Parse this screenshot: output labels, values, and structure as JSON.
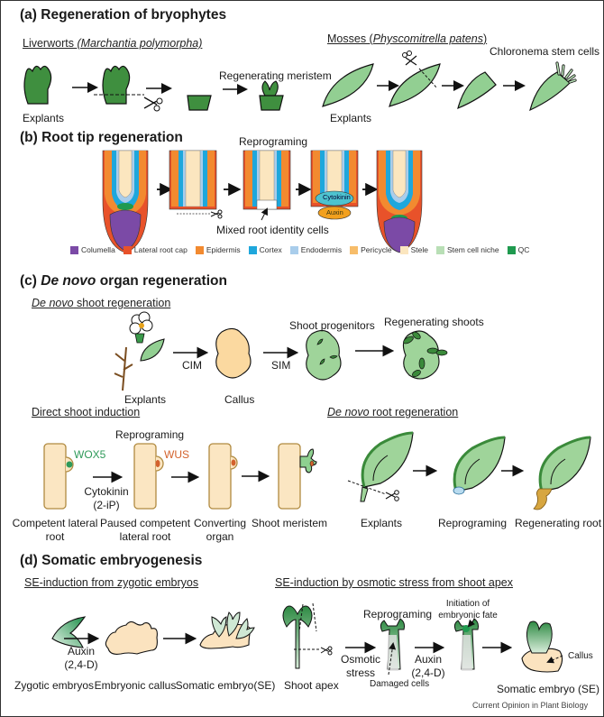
{
  "panels": {
    "a": {
      "title": "(a) Regeneration of bryophytes",
      "liverworts": {
        "prefix": "Liverworts ",
        "species": "(Marchantia polymorpha)"
      },
      "mosses": {
        "prefix": "Mosses (",
        "species": "Physcomitrella patens",
        "suffix": ")"
      },
      "labels": {
        "explants_left": "Explants",
        "regenerating_meristem": "Regenerating meristem",
        "explants_right": "Explants",
        "chloronema": "Chloronema stem cells"
      }
    },
    "b": {
      "title": "(b) Root tip regeneration",
      "reprograming": "Reprograming",
      "mixed_cells": "Mixed root identity cells",
      "cytokinin": "Cytokinin",
      "auxin": "Auxin",
      "legend": [
        {
          "label": "Columella",
          "color": "#7b4aa6"
        },
        {
          "label": "Lateral root cap",
          "color": "#e8522a"
        },
        {
          "label": "Epidermis",
          "color": "#f28a30"
        },
        {
          "label": "Cortex",
          "color": "#1ea7dc"
        },
        {
          "label": "Endodermis",
          "color": "#a9cdeb"
        },
        {
          "label": "Pericycle",
          "color": "#f7bd6a"
        },
        {
          "label": "Stele",
          "color": "#fbe6bf"
        },
        {
          "label": "Stem cell niche",
          "color": "#b9dfb6"
        },
        {
          "label": "QC",
          "color": "#1f9a4f"
        }
      ]
    },
    "c": {
      "title_prefix": "(c) ",
      "title_italic": "De novo",
      "title_suffix": " organ regeneration",
      "shoot_regen": {
        "italic": "De novo",
        "rest": " shoot regeneration"
      },
      "labels": {
        "explants": "Explants",
        "cim": "CIM",
        "callus": "Callus",
        "sim": "SIM",
        "shoot_progenitors": "Shoot progenitors",
        "regenerating_shoots": "Regenerating shoots"
      },
      "direct_shoot": {
        "title": "Direct shoot induction",
        "reprograming": "Reprograming",
        "wox5": "WOX5",
        "wus": "WUS",
        "cytokinin": "Cytokinin",
        "cytokinin_sub": "(2-iP)",
        "stages": [
          {
            "line1": "Competent lateral",
            "line2": "root"
          },
          {
            "line1": "Paused competent",
            "line2": "lateral root"
          },
          {
            "line1": "Converting",
            "line2": "organ"
          },
          {
            "line1": "Shoot meristem",
            "line2": ""
          }
        ]
      },
      "root_regen": {
        "italic": "De novo",
        "rest": " root regeneration",
        "stages": [
          "Explants",
          "Reprograming",
          "Regenerating root"
        ]
      }
    },
    "d": {
      "title": "(d) Somatic embryogenesis",
      "zygotic": {
        "title": "SE-induction from zygotic embryos",
        "auxin": "Auxin",
        "auxin_sub": "(2,4-D)",
        "stages": [
          "Zygotic embryos",
          "Embryonic callus",
          "Somatic embryo(SE)"
        ]
      },
      "osmotic": {
        "title": "SE-induction by osmotic stress from shoot apex",
        "shoot_apex": "Shoot apex",
        "osmotic": "Osmotic",
        "stress": "stress",
        "reprograming": "Reprograming",
        "damaged_cells": "Damaged cells",
        "auxin": "Auxin",
        "auxin_sub": "(2,4-D)",
        "initiation1": "Initiation of",
        "initiation2": "embryonic fate",
        "callus": "Callus",
        "somatic_embryo": "Somatic embryo (SE)"
      }
    }
  },
  "colors": {
    "liverwort": "#3f8f3f",
    "moss": "#92cf92",
    "callus": "#fbd9a0",
    "leaf": "#9fd49a",
    "root_organ": "#fbe6c2",
    "root_outline": "#b08a40",
    "wox5": "#2f9a5a",
    "wus": "#d3622d"
  },
  "credit": "Current Opinion in Plant Biology"
}
